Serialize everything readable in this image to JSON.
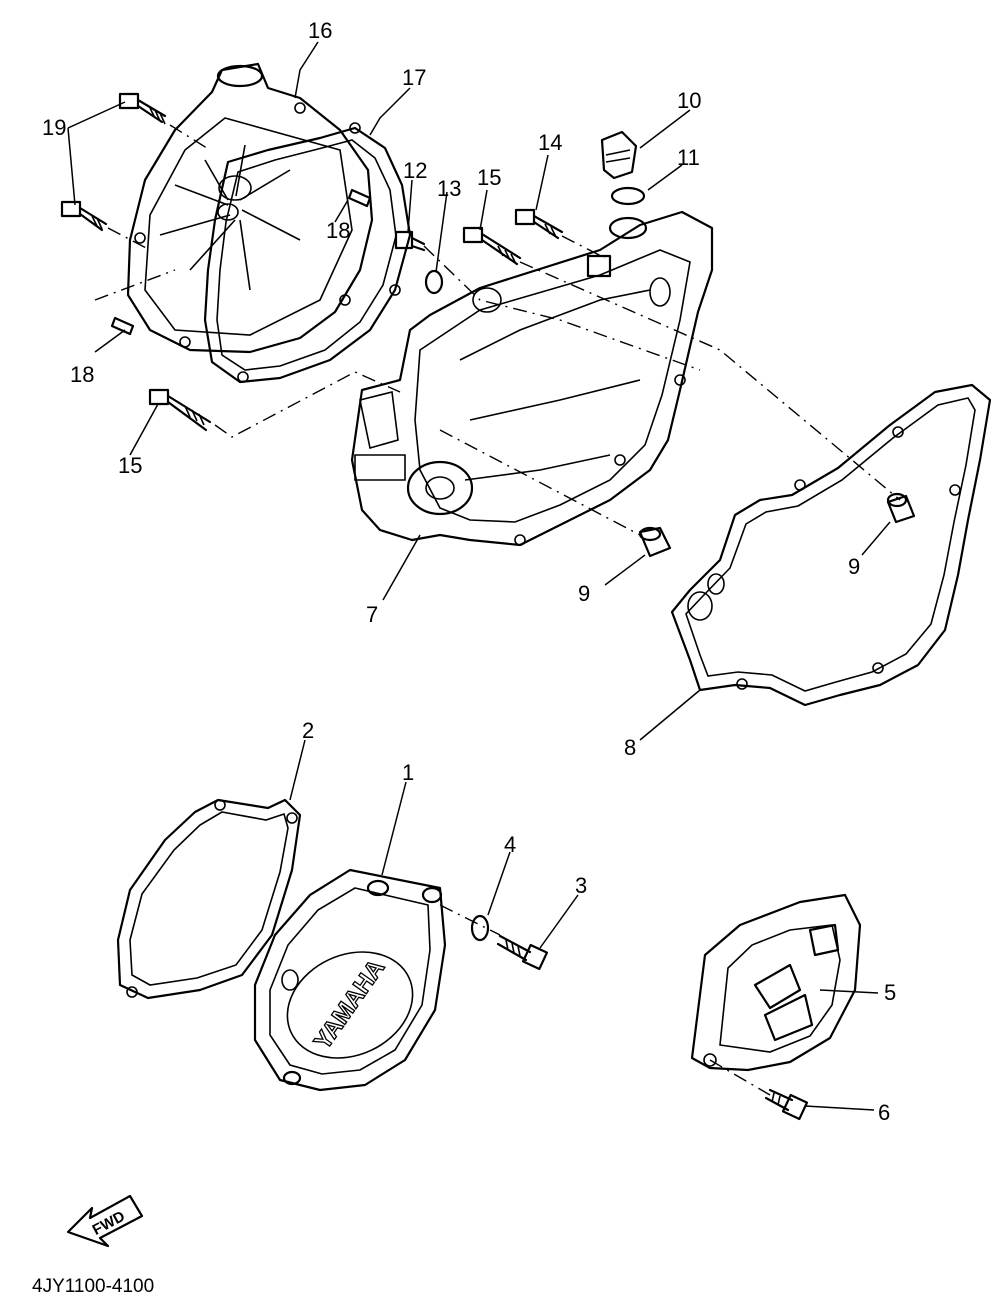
{
  "callouts": {
    "c1": "1",
    "c2": "2",
    "c3": "3",
    "c4": "4",
    "c5": "5",
    "c6": "6",
    "c7": "7",
    "c8": "8",
    "c9a": "9",
    "c9b": "9",
    "c10": "10",
    "c11": "11",
    "c12": "12",
    "c13": "13",
    "c14": "14",
    "c15a": "15",
    "c15b": "15",
    "c16": "16",
    "c17": "17",
    "c18a": "18",
    "c18b": "18",
    "c19": "19"
  },
  "cover_brand": "YAMAHA",
  "fwd_label": "FWD",
  "diagram_ref": "4JY1100-4100"
}
